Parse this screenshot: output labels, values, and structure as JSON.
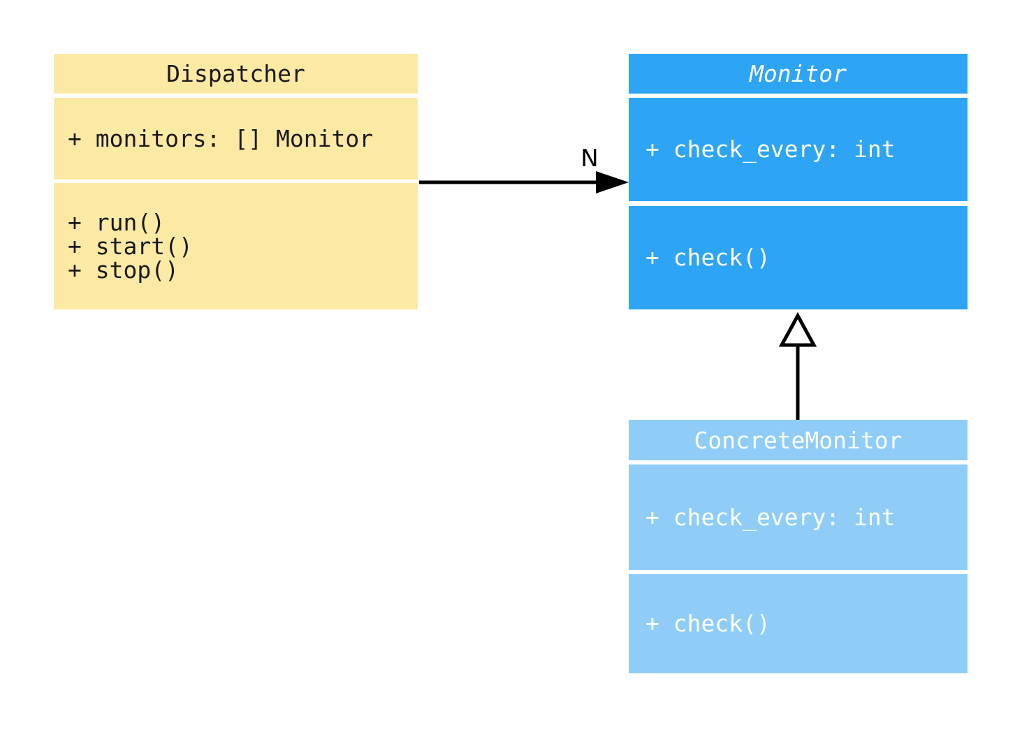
{
  "diagram": {
    "classes": {
      "dispatcher": {
        "title": "Dispatcher",
        "attributes": [
          "+ monitors: [] Monitor"
        ],
        "methods": [
          "+ run()",
          "+ start()",
          "+ stop()"
        ]
      },
      "monitor": {
        "title": "Monitor",
        "attributes": [
          "+ check_every: int"
        ],
        "methods": [
          "+ check()"
        ]
      },
      "concrete_monitor": {
        "title": "ConcreteMonitor",
        "attributes": [
          "+ check_every: int"
        ],
        "methods": [
          "+ check()"
        ]
      }
    },
    "edges": {
      "association": {
        "label": "N"
      },
      "inheritance": {
        "label": ""
      }
    },
    "colors": {
      "dispatcher_fill": "#FCE9A4",
      "monitor_fill": "#2EA4F4",
      "concrete_monitor_fill": "#8FCDF8",
      "dispatcher_text": "#1A1A1A",
      "monitor_text": "#FFFFFF",
      "edge": "#000000",
      "background": "#FFFFFF"
    }
  }
}
